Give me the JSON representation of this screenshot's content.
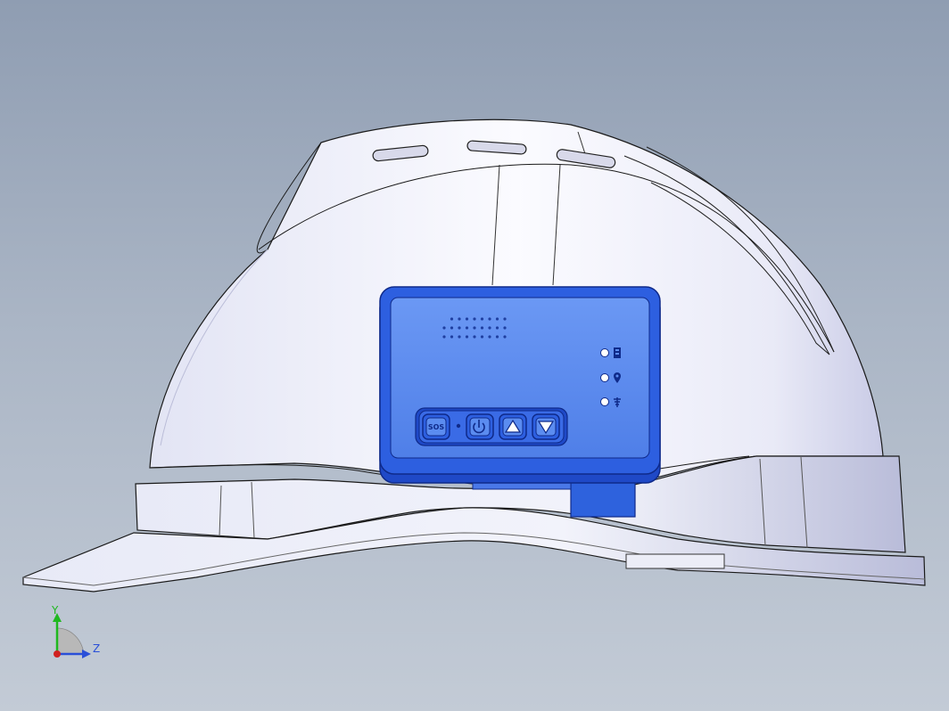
{
  "view": {
    "background_top": "#8f9db2",
    "background_bottom": "#c3cbd6"
  },
  "model": {
    "shell_color": "#f3f4fb",
    "shell_shadow": "#cfd2ea",
    "edge_color": "#1a1a1a",
    "device_color": "#5b8cf0",
    "device_dark": "#1f49c7",
    "device_edge": "#0f2a8a"
  },
  "device": {
    "buttons": [
      {
        "name": "sos-button",
        "label": "SOS"
      },
      {
        "name": "power-button",
        "icon": "power-icon"
      },
      {
        "name": "up-button",
        "icon": "triangle-up-icon"
      },
      {
        "name": "down-button",
        "icon": "triangle-down-icon"
      }
    ],
    "indicators": [
      {
        "name": "battery-indicator",
        "icon": "battery-icon"
      },
      {
        "name": "location-indicator",
        "icon": "location-pin-icon"
      },
      {
        "name": "signal-indicator",
        "icon": "signal-icon"
      }
    ]
  },
  "triad": {
    "y_label": "Y",
    "z_label": "Z",
    "y_color": "#1fb81f",
    "z_color": "#2a4fd8",
    "origin_color": "#d02020"
  }
}
